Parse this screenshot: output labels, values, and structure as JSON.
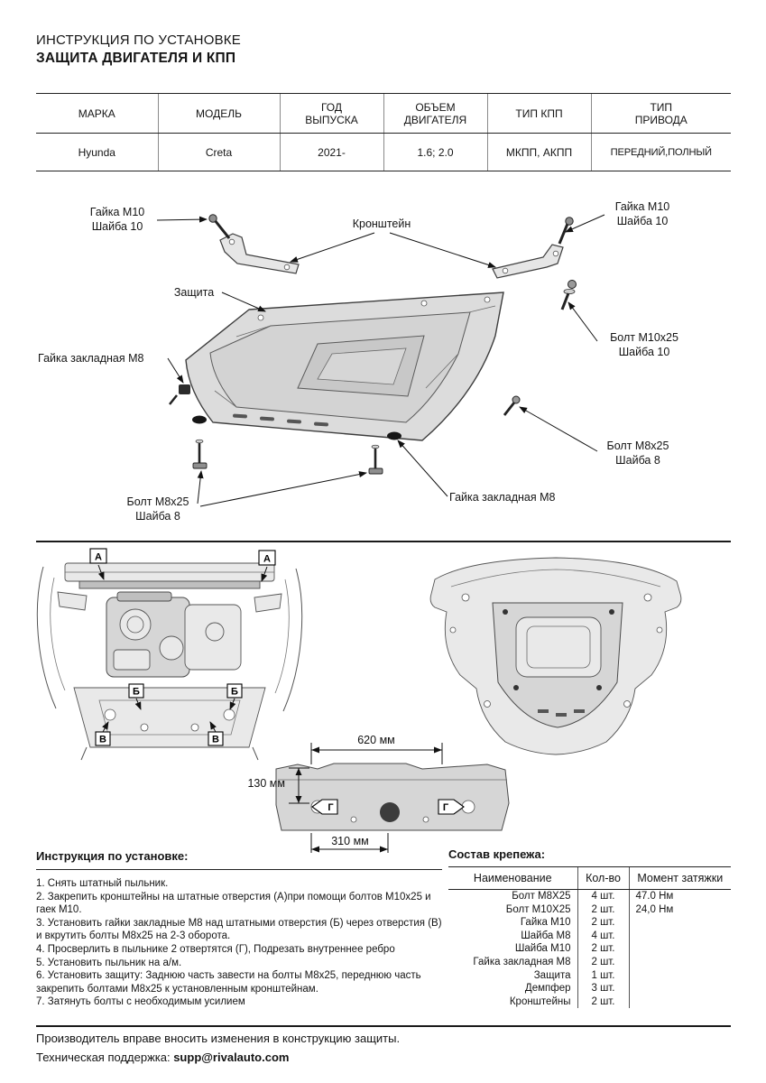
{
  "colors": {
    "ink": "#141414",
    "plate_fill": "#dcdcdc",
    "plate_fill_dark": "#c8c8c8",
    "rule": "#1a1a1a"
  },
  "header": {
    "line1": "ИНСТРУКЦИЯ ПО УСТАНОВКЕ",
    "line2": "ЗАЩИТА ДВИГАТЕЛЯ И КПП"
  },
  "spec_table": {
    "headers": [
      "МАРКА",
      "МОДЕЛЬ",
      "ГОД\nВЫПУСКА",
      "ОБЪЕМ\nДВИГАТЕЛЯ",
      "ТИП КПП",
      "ТИП\nПРИВОДА"
    ],
    "row": [
      "Hyunda",
      "Creta",
      "2021-",
      "1.6; 2.0",
      "МКПП, АКПП",
      "ПЕРЕДНИЙ,ПОЛНЫЙ"
    ]
  },
  "diagram": {
    "labels": {
      "nut_m10_left": "Гайка М10\nШайба 10",
      "bracket": "Кронштейн",
      "nut_m10_right": "Гайка М10\nШайба 10",
      "shield": "Защита",
      "bolt_m10x25": "Болт М10х25\nШайба 10",
      "rivet_nut_left": "Гайка закладная М8",
      "bolt_m8x25_right": "Болт М8х25\nШайба 8",
      "rivet_nut_bottom": "Гайка закладная М8",
      "bolt_m8x25_left": "Болт М8х25\nШайба 8"
    },
    "markers": {
      "a": "А",
      "b": "Б",
      "v": "В",
      "g": "Г"
    },
    "dimensions": {
      "width_top": "620 мм",
      "height_left": "130  мм",
      "width_bottom": "310 мм"
    }
  },
  "install": {
    "title": "Инструкция по установке:",
    "steps": [
      "1. Снять штатный пыльник.",
      "2. Закрепить кронштейны на штатные отверстия (А)при помощи болтов М10х25 и гаек М10.",
      "3. Установить гайки закладные М8 над штатными отверстия (Б) через отверстия (В) и вкрутить болты М8х25 на 2-3 оборота.",
      "4. Просверлить в пыльнике 2 отвертятся (Г), Подрезать внутреннее ребро",
      "5. Установить пыльник на а/м.",
      "6. Установить защиту: Заднюю часть завести на болты М8х25, переднюю часть закрепить болтами М8х25 к установленным кронштейнам.",
      "7. Затянуть болты с необходимым усилием"
    ]
  },
  "hardware": {
    "title": "Состав крепежа:",
    "headers": [
      "Наименование",
      "Кол-во",
      "Момент затяжки"
    ],
    "rows": [
      {
        "name": "Болт М8Х25",
        "qty": "4 шт.",
        "torque": "47.0 Нм"
      },
      {
        "name": "Болт М10Х25",
        "qty": "2 шт.",
        "torque": "24,0 Нм"
      },
      {
        "name": "Гайка М10",
        "qty": "2 шт.",
        "torque": ""
      },
      {
        "name": "Шайба М8",
        "qty": "4 шт.",
        "torque": ""
      },
      {
        "name": "Шайба М10",
        "qty": "2 шт.",
        "torque": ""
      },
      {
        "name": "Гайка закладная М8",
        "qty": "2 шт.",
        "torque": ""
      },
      {
        "name": "Защита",
        "qty": "1 шт.",
        "torque": ""
      },
      {
        "name": "Демпфер",
        "qty": "3 шт.",
        "torque": ""
      },
      {
        "name": "Кронштейны",
        "qty": "2 шт.",
        "torque": ""
      }
    ]
  },
  "footer": {
    "line1": "Производитель вправе вносить изменения в конструкцию защиты.",
    "line2_label": "Техническая поддержка: ",
    "line2_email": "supp@rivalauto.com"
  }
}
